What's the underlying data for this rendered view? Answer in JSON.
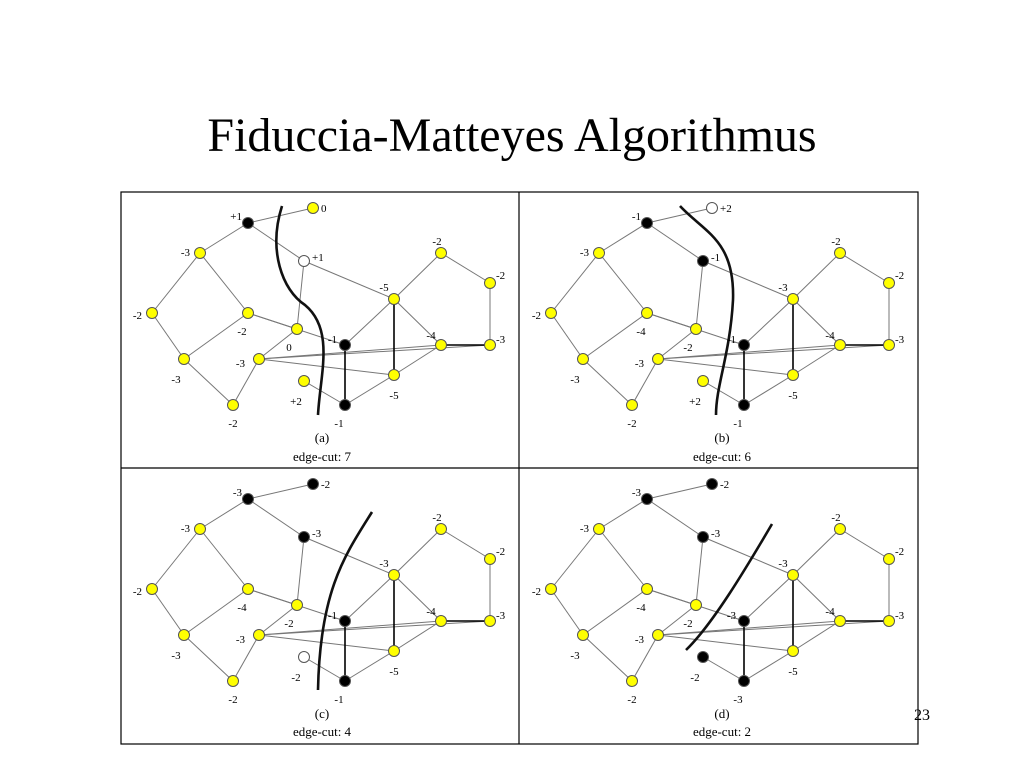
{
  "slide": {
    "title": "Fiduccia-Matteyes Algorithmus",
    "page_number": "23"
  },
  "panels": [
    {
      "id": "a",
      "caption": "(a)",
      "edge_cut_label": "edge-cut: 7",
      "labels": [
        "+1",
        "0",
        "-3",
        "+1",
        "-2",
        "-2",
        "0",
        "-5",
        "-2",
        "-2",
        "-1",
        "-3",
        "-4",
        "-3",
        "+2",
        "-5",
        "-3",
        "-2",
        "-1"
      ],
      "states": [
        "black",
        "yellow",
        "yellow",
        "white",
        "yellow",
        "yellow",
        "yellow",
        "yellow",
        "yellow",
        "yellow",
        "black",
        "yellow",
        "yellow",
        "yellow",
        "yellow",
        "yellow",
        "yellow",
        "yellow",
        "black"
      ]
    },
    {
      "id": "b",
      "caption": "(b)",
      "edge_cut_label": "edge-cut: 6",
      "labels": [
        "-1",
        "+2",
        "-3",
        "-1",
        "-2",
        "-4",
        "-2",
        "-3",
        "-2",
        "-2",
        "-1",
        "-3",
        "-4",
        "-3",
        "+2",
        "-5",
        "-3",
        "-2",
        "-1"
      ],
      "states": [
        "black",
        "white",
        "yellow",
        "black",
        "yellow",
        "yellow",
        "yellow",
        "yellow",
        "yellow",
        "yellow",
        "black",
        "yellow",
        "yellow",
        "yellow",
        "yellow",
        "yellow",
        "yellow",
        "yellow",
        "black"
      ]
    },
    {
      "id": "c",
      "caption": "(c)",
      "edge_cut_label": "edge-cut: 4",
      "labels": [
        "-3",
        "-2",
        "-3",
        "-3",
        "-2",
        "-4",
        "-2",
        "-3",
        "-2",
        "-2",
        "-1",
        "-3",
        "-4",
        "-3",
        "-2",
        "-5",
        "-3",
        "-2",
        "-1"
      ],
      "states": [
        "black",
        "black",
        "yellow",
        "black",
        "yellow",
        "yellow",
        "yellow",
        "yellow",
        "yellow",
        "yellow",
        "black",
        "yellow",
        "yellow",
        "yellow",
        "white",
        "yellow",
        "yellow",
        "yellow",
        "black"
      ]
    },
    {
      "id": "d",
      "caption": "(d)",
      "edge_cut_label": "edge-cut: 2",
      "labels": [
        "-3",
        "-2",
        "-3",
        "-3",
        "-2",
        "-4",
        "-2",
        "-3",
        "-2",
        "-2",
        "-3",
        "-3",
        "-4",
        "-3",
        "-2",
        "-5",
        "-3",
        "-2",
        "-3"
      ],
      "states": [
        "black",
        "black",
        "yellow",
        "black",
        "yellow",
        "yellow",
        "yellow",
        "yellow",
        "yellow",
        "yellow",
        "black",
        "yellow",
        "yellow",
        "yellow",
        "black",
        "yellow",
        "yellow",
        "yellow",
        "black"
      ]
    }
  ],
  "colors": {
    "yellow": "#ffff00",
    "black": "#000000",
    "white": "#ffffff",
    "edge": "#777777",
    "border": "#000000"
  }
}
